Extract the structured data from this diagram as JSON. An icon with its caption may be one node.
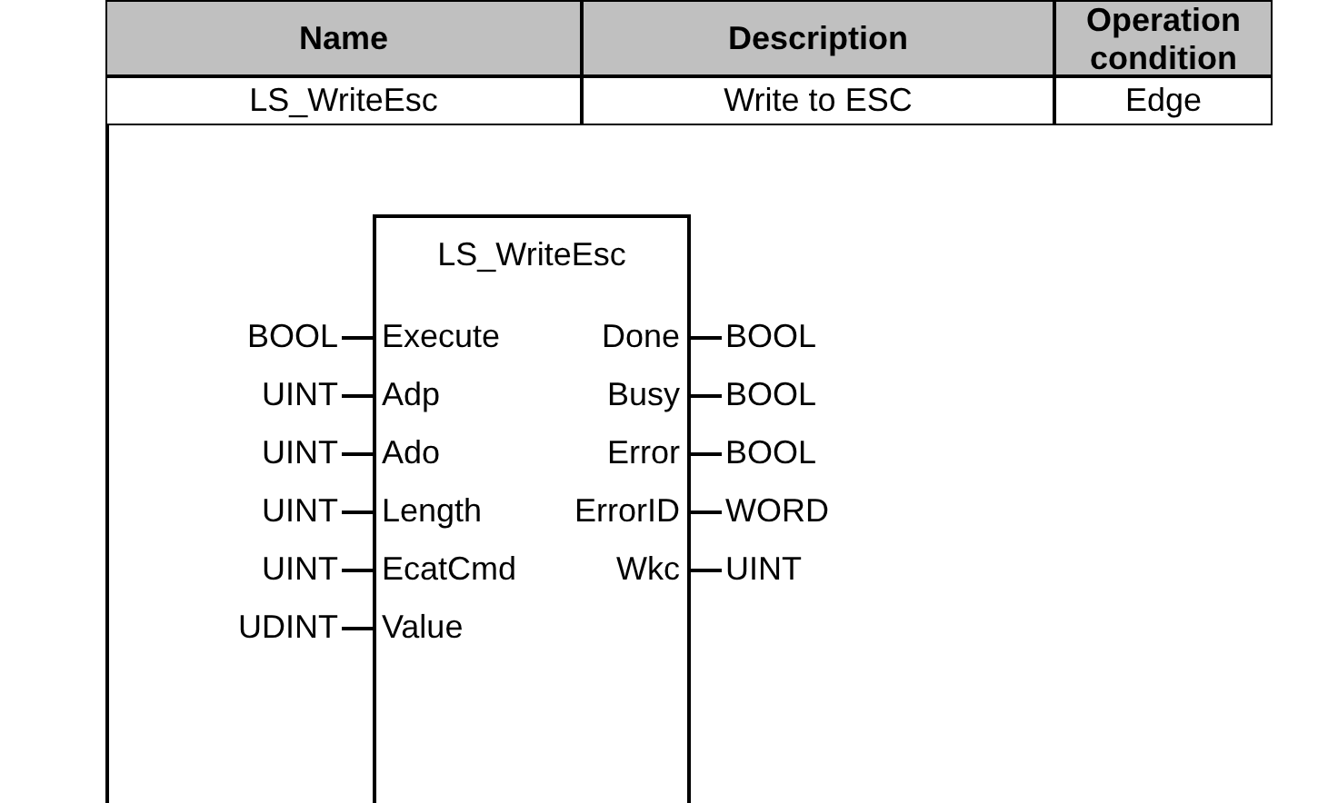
{
  "diagram": {
    "nodes": [
      {
        "text": [
          "LS_WriteEsc"
        ]
      }
    ],
    "labels": [
      "Name",
      "Description",
      "Operation condition",
      "LS_WriteEsc",
      "Write to ESC",
      "Edge",
      "BOOL",
      "Execute",
      "Done",
      "BOOL",
      "UINT",
      "Adp",
      "Busy",
      "BOOL",
      "UINT",
      "Ado",
      "Error",
      "BOOL",
      "UINT",
      "Length",
      "ErrorID",
      "WORD",
      "UINT",
      "EcatCmd",
      "Wkc",
      "UINT",
      "UDINT",
      "Value"
    ]
  }
}
